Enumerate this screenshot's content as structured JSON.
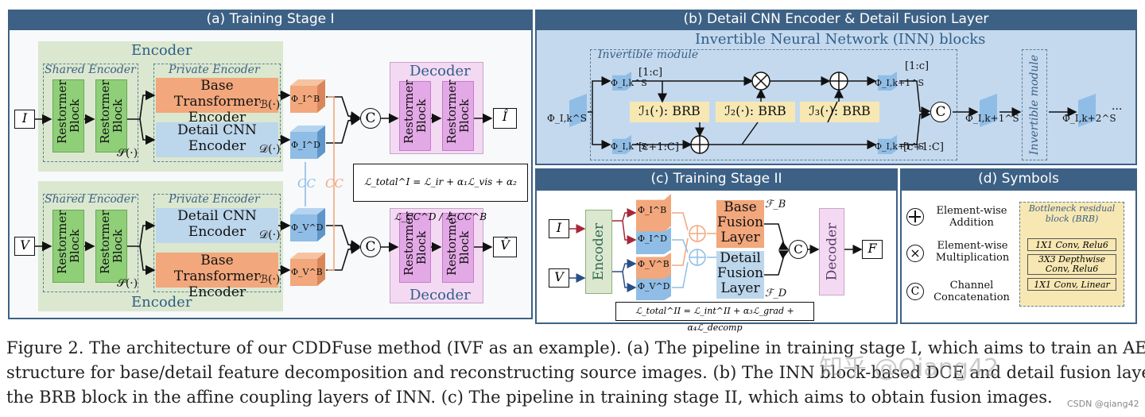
{
  "panel_a": {
    "title": "(a) Training Stage I",
    "encoder_top": "Encoder",
    "encoder_bottom": "Encoder",
    "shared_encoder": "Shared Encoder",
    "private_encoder": "Private Encoder",
    "restormer": "Restormer Block",
    "shared_fn": "𝒮(·)",
    "base_transformer": "Base Transformer Encoder",
    "detail_cnn": "Detail CNN Encoder",
    "base_fn": "ℬ(·)",
    "detail_fn": "𝒟(·)",
    "input_i": "I",
    "input_v": "V",
    "output_i": "Î",
    "output_v": "V̂",
    "phi_b_i": "Φ_I^B",
    "phi_d_i": "Φ_I^D",
    "phi_d_v": "Φ_V^D",
    "phi_b_v": "Φ_V^B",
    "cc_label": "CC",
    "concat": "C",
    "decoder_top": "Decoder",
    "decoder_bottom": "Decoder",
    "loss": "ℒ_total^I = ℒ_ir + α₁ℒ_vis + α₂ ℒ_CC^D / ℒ_CC^B"
  },
  "panel_b": {
    "title": "(b) Detail CNN Encoder & Detail Fusion Layer",
    "inn_blocks": "Invertible Neural Network (INN) blocks",
    "invertible_module": "Invertible module",
    "invertible_module_vert": "Invertible module",
    "phi_in": "Φ_I,k^S",
    "phi_top_in": "Φ_I,k^S",
    "phi_bot_in": "Φ_I,k^S",
    "phi_top_out": "Φ_I,k+1^S",
    "phi_bot_out": "Φ_I,k+1^S",
    "phi_k1": "Φ_I,k+1^S",
    "phi_k2": "Φ_I,k+2^S",
    "split_top": "[1:c]",
    "split_bot": "[c+1:C]",
    "split_top_out": "[1:c]",
    "split_bot_out": "[c+1:C]",
    "brb1": "ℐ₁(·): BRB",
    "brb2": "ℐ₂(·): BRB",
    "brb3": "ℐ₃(·): BRB",
    "concat": "C",
    "ellipsis": "···"
  },
  "panel_c": {
    "title": "(c) Training Stage II",
    "input_i": "I",
    "input_v": "V",
    "encoder": "Encoder",
    "phi_b_i": "Φ_I^B",
    "phi_d_i": "Φ_I^D",
    "phi_b_v": "Φ_V^B",
    "phi_d_v": "Φ_V^D",
    "base_fusion": "Base Fusion Layer",
    "detail_fusion": "Detail Fusion Layer",
    "fb": "ℱ_B",
    "fd": "ℱ_D",
    "concat": "C",
    "decoder": "Decoder",
    "output": "F",
    "loss": "ℒ_total^II = ℒ_int^II + α₃ℒ_grad + α₄ℒ_decomp"
  },
  "panel_d": {
    "title": "(d) Symbols",
    "add_label": "Element-wise Addition",
    "mul_label": "Element-wise Multiplication",
    "cat_label": "Channel Concatenation",
    "brb_title": "Bottleneck residual block (BRB)",
    "conv1": "1X1 Conv, Relu6",
    "conv2": "3X3 Depthwise Conv, Relu6",
    "conv3": "1X1 Conv, Linear",
    "concat": "C"
  },
  "caption": {
    "line1": "Figure 2. The architecture of our CDDFuse method (IVF as an example). (a) The pipeline in training stage I, which aims to train an AE",
    "line2": "structure for base/detail feature decomposition and reconstructing source images. (b) The INN block-based DCE and detail fusion layer, and",
    "line3": "the BRB block in the affine coupling layers of INN. (c) The pipeline in training stage II, which aims to obtain fusion images."
  },
  "watermark": {
    "zhihu": "知乎 @Qiang42",
    "csdn": "CSDN @qiang42"
  },
  "colors": {
    "header": "#3d6185",
    "restormer": "#8fcf78",
    "base": "#f2a77c",
    "detail": "#bcd6ec",
    "decoder": "#e3a8e6",
    "brb": "#f7e8b3",
    "inn_bg": "#c4d9ee"
  }
}
